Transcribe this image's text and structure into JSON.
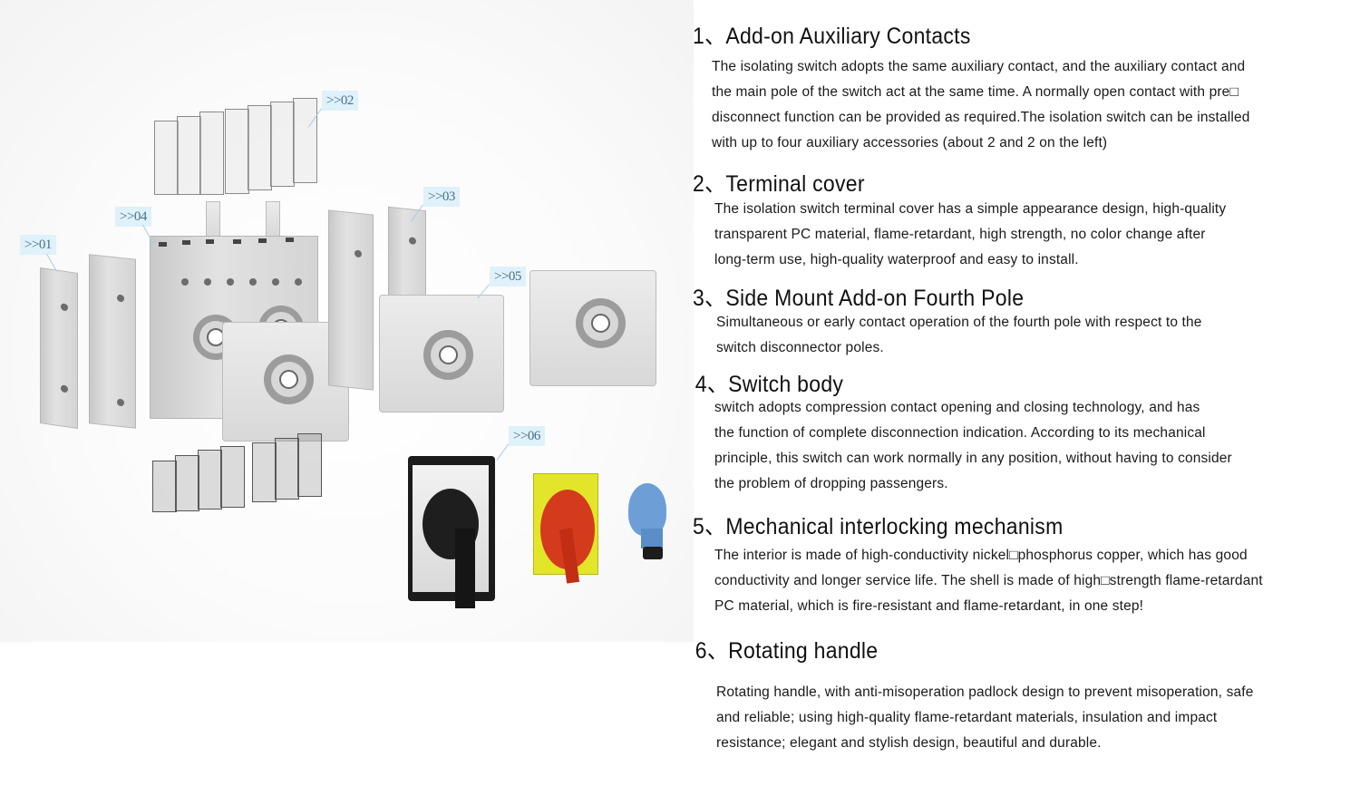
{
  "figure": {
    "callouts": [
      {
        "id": "01",
        "label": ">>01"
      },
      {
        "id": "02",
        "label": ">>02"
      },
      {
        "id": "03",
        "label": ">>03"
      },
      {
        "id": "04",
        "label": ">>04"
      },
      {
        "id": "05",
        "label": ">>05"
      },
      {
        "id": "06",
        "label": ">>06"
      }
    ],
    "colors": {
      "callout_bg": "#dff1fa",
      "callout_text": "#4a6f86",
      "body_gray": "#d6d6d6",
      "handle_black": "#1b1b1b",
      "handle_red": "#d43a1c",
      "plate_yellow": "#e3e52a",
      "knob_blue": "#6d9fd6"
    }
  },
  "sections": [
    {
      "number": "1、",
      "title": "Add-on Auxiliary Contacts",
      "lines": [
        "The isolating switch adopts the same auxiliary contact, and the auxiliary contact and",
        " the main pole of the switch act at the same time. A normally open contact with pre□",
        "disconnect function can be provided as required.The isolation switch can be installed",
        " with up to four auxiliary accessories (about 2 and 2 on the left)"
      ]
    },
    {
      "number": "2、",
      "title": "Terminal cover",
      "lines": [
        "The isolation switch terminal cover has a simple appearance design, high-quality",
        " transparent PC material, flame-retardant, high strength, no color change after",
        "long-term use, high-quality waterproof and easy to install."
      ]
    },
    {
      "number": "3、",
      "title": "Side Mount Add-on Fourth Pole",
      "lines": [
        "Simultaneous or early contact operation of the fourth pole with respect to the",
        "switch disconnector poles."
      ]
    },
    {
      "number": "4、",
      "title": "Switch body",
      "lines": [
        " switch adopts compression contact opening and closing technology, and has",
        " the function of complete disconnection indication. According to its mechanical",
        "principle, this switch can work normally in any position, without having to consider",
        " the problem of dropping passengers."
      ]
    },
    {
      "number": "5、",
      "title": "Mechanical interlocking mechanism",
      "lines": [
        "The interior is made of high-conductivity nickel□phosphorus copper, which has good",
        "conductivity and longer service life. The shell is made of high□strength flame-retardant",
        "PC material, which is fire-resistant and flame-retardant, in one step!"
      ]
    },
    {
      "number": "6、",
      "title": "Rotating handle",
      "lines": [
        "Rotating handle, with anti-misoperation padlock design to prevent misoperation, safe",
        "and reliable; using high-quality flame-retardant materials, insulation and impact",
        " resistance; elegant and stylish design, beautiful and durable."
      ]
    }
  ]
}
